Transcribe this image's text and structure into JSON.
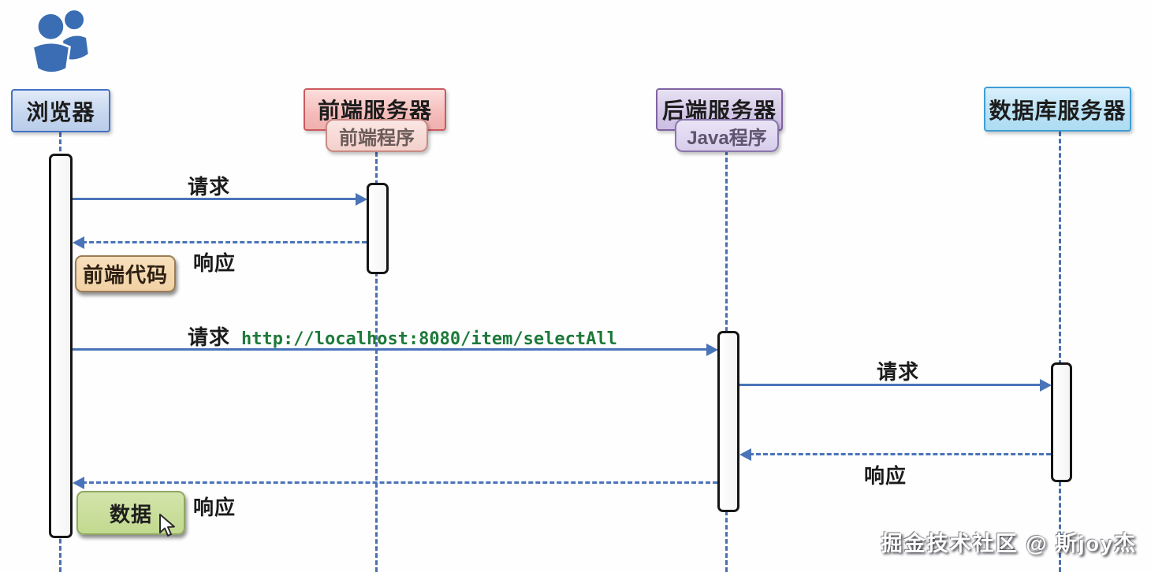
{
  "actors": {
    "browser": {
      "label": "浏览器"
    },
    "frontend": {
      "label": "前端服务器",
      "program": "前端程序"
    },
    "backend": {
      "label": "后端服务器",
      "program": "Java程序"
    },
    "database": {
      "label": "数据库服务器"
    }
  },
  "messages": {
    "browser_to_frontend": {
      "label": "请求",
      "type": "solid"
    },
    "frontend_to_browser": {
      "label": "响应",
      "type": "dashed"
    },
    "browser_to_backend": {
      "label": "请求",
      "url": "http://localhost:8080/item/selectAll",
      "type": "solid"
    },
    "backend_to_database": {
      "label": "请求",
      "type": "solid"
    },
    "database_to_backend": {
      "label": "响应",
      "type": "dashed"
    },
    "backend_to_browser": {
      "label": "响应",
      "type": "dashed"
    }
  },
  "notes": {
    "frontend_code": "前端代码",
    "data": "数据"
  },
  "icons": {
    "people": "people-icon",
    "cursor": "cursor-icon"
  },
  "watermark": {
    "text": "掘金技术社区 @ 斯joy杰"
  },
  "colors": {
    "arrow_blue": "#4a74b8",
    "lifeline_blue": "#4a6fae",
    "browser_border": "#4472c4",
    "frontend_border": "#cb5a5e",
    "backend_border": "#8064a2",
    "database_border": "#3e9ed6",
    "note_tan": "#f1d1a3",
    "note_green": "#c2d98f",
    "url_green": "#1d7a3a",
    "icon_blue": "#3a6db3"
  }
}
